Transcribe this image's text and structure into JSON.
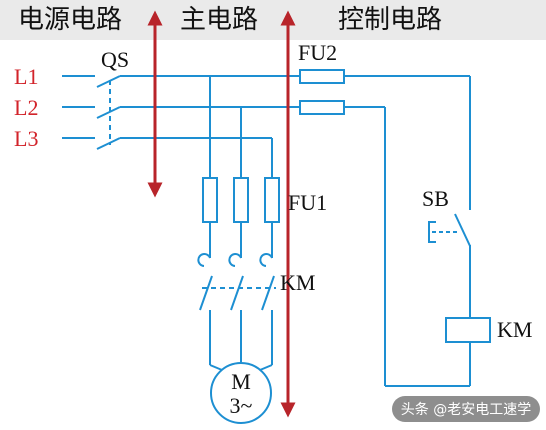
{
  "colors": {
    "wire": "#1d8fd2",
    "arrow": "#b8242a",
    "phase": "#d2232a",
    "text": "#111111",
    "header_bg": "#eaeaea",
    "watermark_bg": "#7a7a7a"
  },
  "sections": {
    "power": "电源电路",
    "main": "主电路",
    "control": "控制电路"
  },
  "phases": [
    "L1",
    "L2",
    "L3"
  ],
  "labels": {
    "qs": "QS",
    "fu1": "FU1",
    "fu2": "FU2",
    "km_contact": "KM",
    "sb": "SB",
    "km_coil": "KM"
  },
  "motor": {
    "line1": "M",
    "line2": "3~"
  },
  "watermark": "头条 @老安电工速学"
}
